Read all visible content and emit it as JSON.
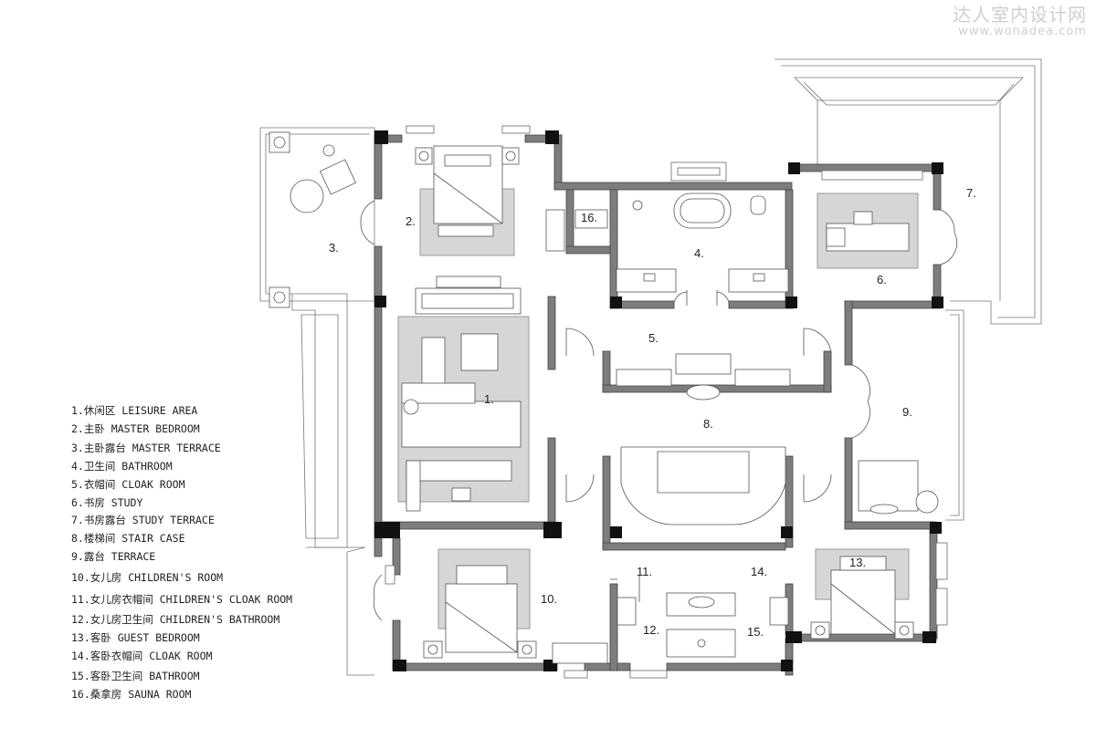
{
  "watermark": {
    "cn": "达人室内设计网",
    "url": "www.wonadea.com"
  },
  "room_labels": [
    "1.",
    "2.",
    "3.",
    "4.",
    "5.",
    "6.",
    "7.",
    "8.",
    "9.",
    "10.",
    "11.",
    "12.",
    "13.",
    "14.",
    "15.",
    "16."
  ],
  "legend": [
    "1.休闲区 LEISURE AREA",
    "2.主卧 MASTER BEDROOM",
    "3.主卧露台 MASTER TERRACE",
    "4.卫生间 BATHROOM",
    "5.衣帽间 CLOAK ROOM",
    "6.书房 STUDY",
    "7.书房露台 STUDY TERRACE",
    "8.楼梯间 STAIR CASE",
    "9.露台 TERRACE",
    "10.女儿房 CHILDREN'S ROOM",
    "11.女儿房衣帽间 CHILDREN'S CLOAK ROOM",
    "12.女儿房卫生间 CHILDREN'S BATHROOM",
    "13.客卧 GUEST BEDROOM",
    "14.客卧衣帽间 CLOAK ROOM",
    "15.客卧卫生间 BATHROOM",
    "16.桑拿房 SAUNA ROOM"
  ],
  "colors": {
    "wall": "#7d7d7d",
    "column": "#111111",
    "rug": "#d6d6d6",
    "line": "#555555",
    "furniture": "#ffffff"
  }
}
